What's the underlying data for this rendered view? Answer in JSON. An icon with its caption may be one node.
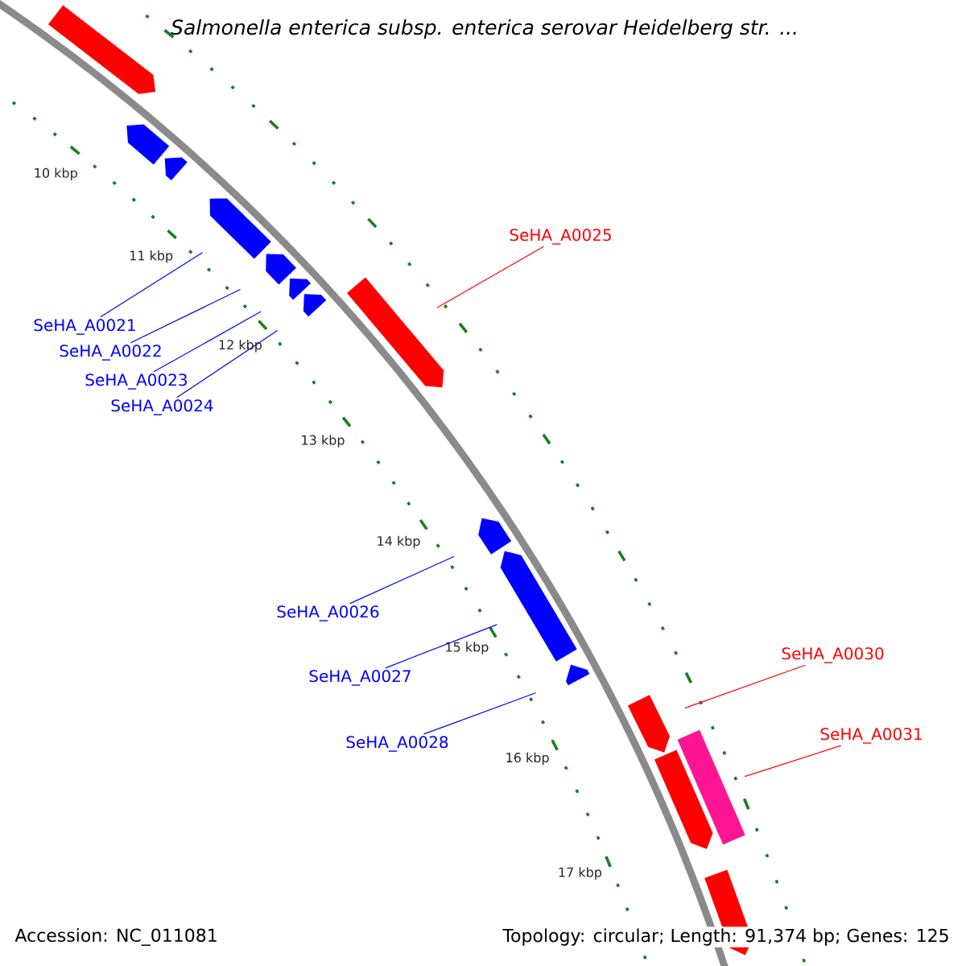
{
  "diagram": {
    "title": "Salmonella enterica subsp. enterica serovar Heidelberg str. ...",
    "nodes": [
      {
        "text": [],
        "shape": "arrow"
      },
      {
        "text": [],
        "shape": "arrow"
      },
      {
        "text": [],
        "shape": "arrow"
      },
      {
        "text": [],
        "shape": "arrow"
      },
      {
        "text": [],
        "shape": "arrow"
      },
      {
        "text": [],
        "shape": "arrow"
      },
      {
        "text": [],
        "shape": "arrow"
      },
      {
        "text": [],
        "shape": "arrow"
      },
      {
        "text": [],
        "shape": "arrow"
      },
      {
        "text": [],
        "shape": "arrow"
      },
      {
        "text": [],
        "shape": "arrow"
      },
      {
        "text": [],
        "shape": "arrow"
      },
      {
        "text": [],
        "shape": "bar"
      },
      {
        "text": [],
        "shape": "arrow"
      },
      {
        "text": [],
        "shape": "arrow"
      },
      {
        "text": [
          "SeHA_A0025"
        ]
      },
      {
        "text": [
          "SeHA_A0021"
        ]
      },
      {
        "text": [
          "SeHA_A0022"
        ]
      },
      {
        "text": [
          "SeHA_A0023"
        ]
      },
      {
        "text": [
          "SeHA_A0024"
        ]
      },
      {
        "text": [
          "SeHA_A0026"
        ]
      },
      {
        "text": [
          "SeHA_A0027"
        ]
      },
      {
        "text": [
          "SeHA_A0028"
        ]
      },
      {
        "text": [
          "SeHA_A0030"
        ]
      },
      {
        "text": [
          "SeHA_A0031"
        ]
      }
    ],
    "edges": [
      {
        "from": 15,
        "to": 7,
        "arrow": "none",
        "color": "#ff0000"
      },
      {
        "from": 16,
        "to": 3,
        "arrow": "none"
      },
      {
        "from": 17,
        "to": 4,
        "arrow": "none"
      },
      {
        "from": 18,
        "to": 5,
        "arrow": "none"
      },
      {
        "from": 19,
        "to": 6,
        "arrow": "none"
      },
      {
        "from": 20,
        "to": 8,
        "arrow": "none"
      },
      {
        "from": 21,
        "to": 9,
        "arrow": "none"
      },
      {
        "from": 22,
        "to": 10,
        "arrow": "none"
      },
      {
        "from": 23,
        "to": 11,
        "arrow": "none",
        "color": "#ff0000"
      },
      {
        "from": 24,
        "to": 12,
        "arrow": "none",
        "color": "#ff0000"
      }
    ],
    "labels": [
      "10 kbp",
      "11 kbp",
      "12 kbp",
      "13 kbp",
      "14 kbp",
      "15 kbp",
      "16 kbp",
      "17 kbp",
      "Accession: NC_011081",
      "Topology: circular; Length: 91,374 bp; Genes: 125"
    ]
  }
}
